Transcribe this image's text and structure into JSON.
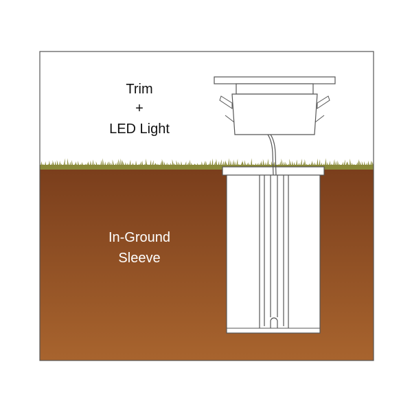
{
  "labels": {
    "trim_line1": "Trim",
    "trim_line2": "+",
    "trim_line3": "LED Light",
    "sleeve_line1": "In-Ground",
    "sleeve_line2": "Sleeve"
  },
  "colors": {
    "sky": "#ffffff",
    "frame": "#555555",
    "grass": "#8a8a3a",
    "soil_top": "#7a3e1c",
    "soil_bottom": "#a8642e",
    "sleeve_fill": "#ffffff",
    "outline": "#555555",
    "text_dark": "#111111",
    "text_light": "#ffffff"
  }
}
